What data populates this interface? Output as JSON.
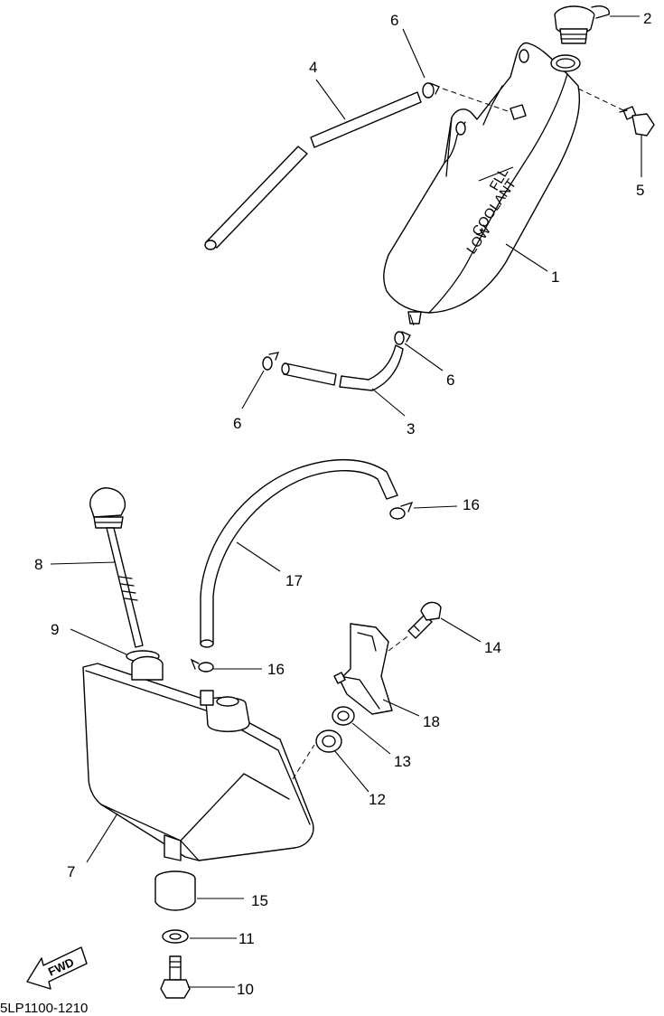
{
  "diagram": {
    "code": "5LP1100-1210",
    "direction_label": "FWD",
    "tank_markings": [
      "FLL",
      "COOLANT",
      "LOW"
    ],
    "callouts": [
      "1",
      "2",
      "3",
      "4",
      "5",
      "6",
      "7",
      "8",
      "9",
      "10",
      "11",
      "12",
      "13",
      "14",
      "15",
      "16",
      "17",
      "18"
    ]
  }
}
